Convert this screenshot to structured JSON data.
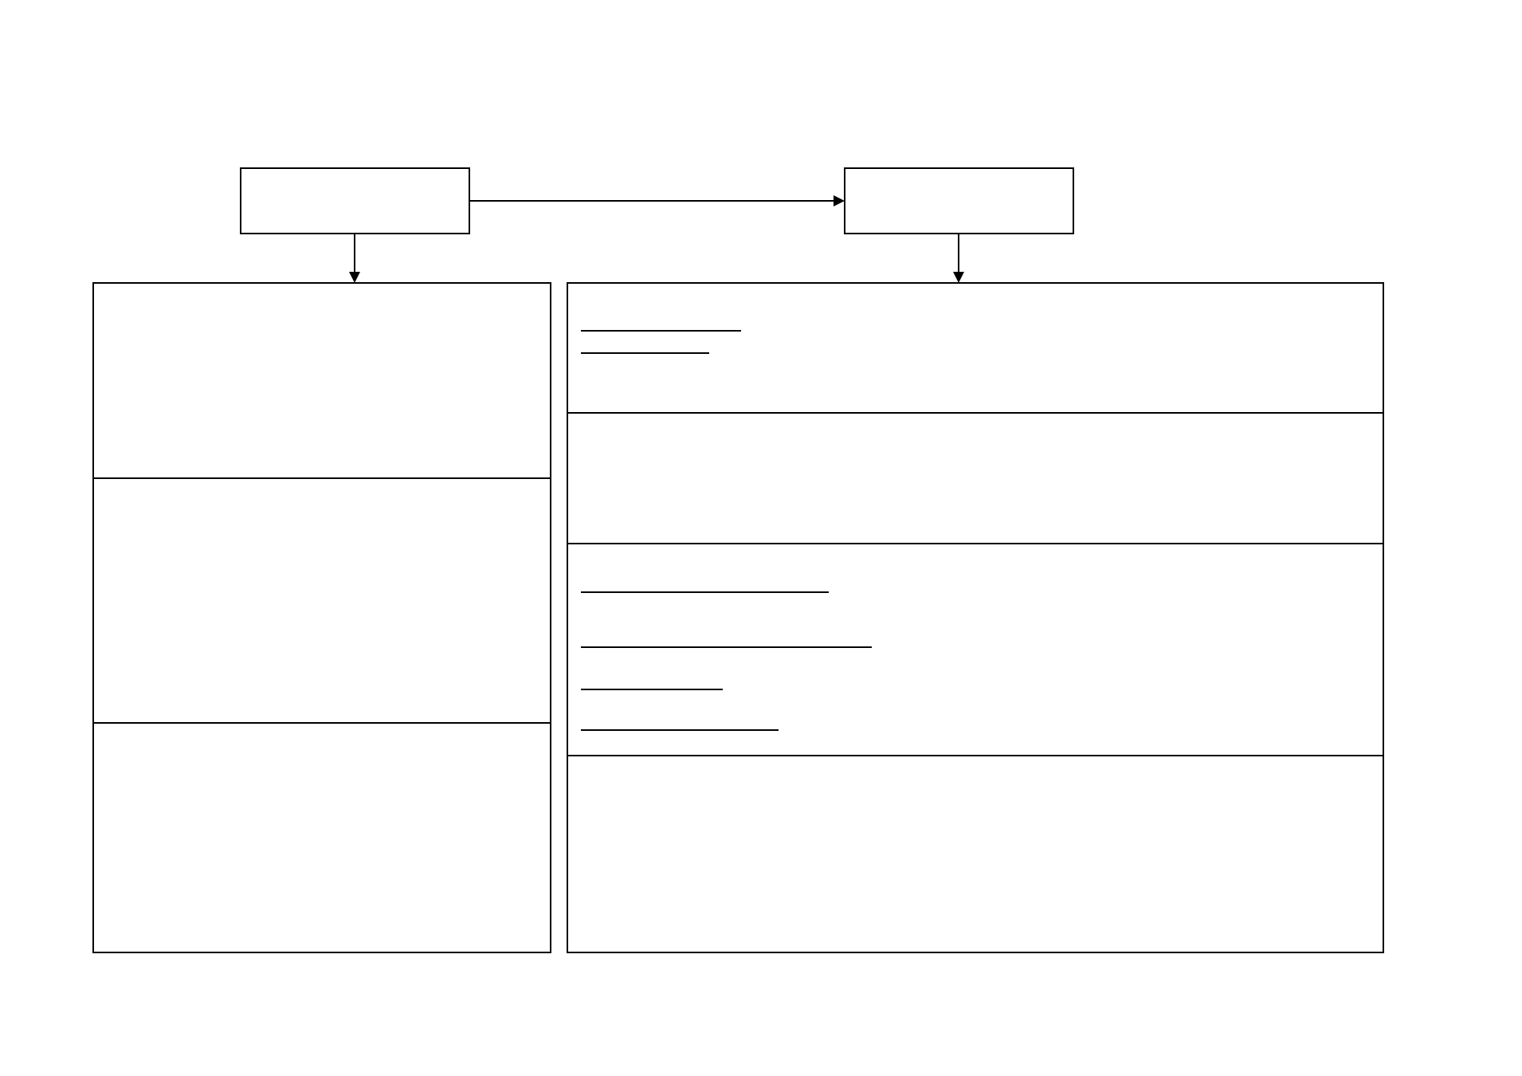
{
  "diagram": {
    "nodes": [
      {
        "id": "top-left-node",
        "label": ""
      },
      {
        "id": "top-right-node",
        "label": ""
      }
    ],
    "edges": [
      {
        "from": "top-left-node",
        "to": "top-right-node"
      },
      {
        "from": "top-left-node",
        "to": "left-panel"
      },
      {
        "from": "top-right-node",
        "to": "right-panel"
      }
    ],
    "left_panel": {
      "sections": [
        {
          "label": ""
        },
        {
          "label": ""
        },
        {
          "label": ""
        }
      ]
    },
    "right_panel": {
      "sections": [
        {
          "label": "",
          "blank_lines": 2
        },
        {
          "label": "",
          "blank_lines": 0
        },
        {
          "label": "",
          "blank_lines": 4
        },
        {
          "label": "",
          "blank_lines": 0
        }
      ]
    },
    "colors": {
      "stroke": "#000000",
      "background": "#ffffff"
    }
  }
}
